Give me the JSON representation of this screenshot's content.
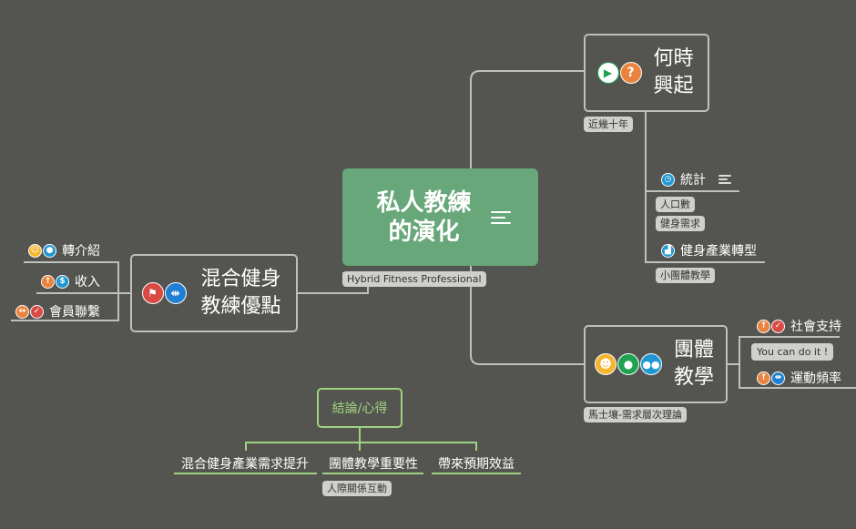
{
  "central": {
    "title": "私人教練的演化",
    "label": "Hybrid Fitness Professional"
  },
  "when": {
    "title": "何時興起",
    "label": "近幾十年",
    "children": [
      {
        "text": "統計",
        "labels": [
          "人口數",
          "健身需求"
        ]
      },
      {
        "text": "健身產業轉型",
        "labels": [
          "小團體教學"
        ]
      }
    ]
  },
  "group": {
    "title": "團體教學",
    "label": "馬士壤-需求層次理論",
    "children": [
      {
        "text": "社會支持",
        "labels": []
      },
      {
        "text": "You can do it !",
        "labels": []
      },
      {
        "text": "運動頻率",
        "labels": []
      }
    ]
  },
  "hybrid": {
    "title": "混合健身教練優點",
    "children": [
      {
        "text": "轉介紹"
      },
      {
        "text": "收入"
      },
      {
        "text": "會員聯繫"
      }
    ]
  },
  "conclusion": {
    "title": "結論/心得",
    "children": [
      {
        "text": "混合健身產業需求提升"
      },
      {
        "text": "團體教學重要性",
        "label": "人際關係互動"
      },
      {
        "text": "帶來預期效益"
      }
    ]
  },
  "colors": {
    "background": "#545551",
    "central": "#67a77a",
    "line": "#bfbfbb",
    "accent": "#9fd37f"
  }
}
